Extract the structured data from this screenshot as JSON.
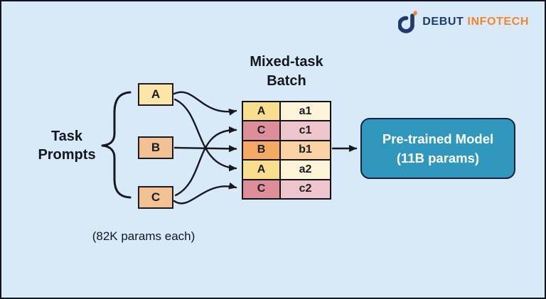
{
  "colors": {
    "background": "#D8E9F7",
    "frame_border": "#10141D",
    "ink": "#16171F",
    "arrow": "#16171F",
    "model_fill": "#3197BC",
    "model_border": "#13263F",
    "model_text": "#FFFFFF",
    "logo_navy": "#1E3A6B",
    "logo_orange": "#F0862E"
  },
  "logo": {
    "brand_primary": "DEBUT",
    "brand_secondary": "INFOTECH"
  },
  "left_label": {
    "line1": "Task",
    "line2": "Prompts"
  },
  "prompt_boxes": [
    {
      "label": "A",
      "fill": "#FBE5A8"
    },
    {
      "label": "B",
      "fill": "#F2C294"
    },
    {
      "label": "C",
      "fill": "#F2C294"
    }
  ],
  "params_note": "(82K params each)",
  "batch": {
    "title_line1": "Mixed-task",
    "title_line2": "Batch",
    "rows": [
      {
        "task": "A",
        "sample": "a1",
        "task_fill": "#F9DE8E",
        "sample_fill": "#FCF3D9"
      },
      {
        "task": "C",
        "sample": "c1",
        "task_fill": "#DD8E99",
        "sample_fill": "#EFC5CC"
      },
      {
        "task": "B",
        "sample": "b1",
        "task_fill": "#F3A863",
        "sample_fill": "#F8D2A4"
      },
      {
        "task": "A",
        "sample": "a2",
        "task_fill": "#F9DE8E",
        "sample_fill": "#FCF3D9"
      },
      {
        "task": "C",
        "sample": "c2",
        "task_fill": "#DD8E99",
        "sample_fill": "#EFC5CC"
      }
    ]
  },
  "model_box": {
    "line1": "Pre-trained Model",
    "line2": "(11B params)"
  }
}
